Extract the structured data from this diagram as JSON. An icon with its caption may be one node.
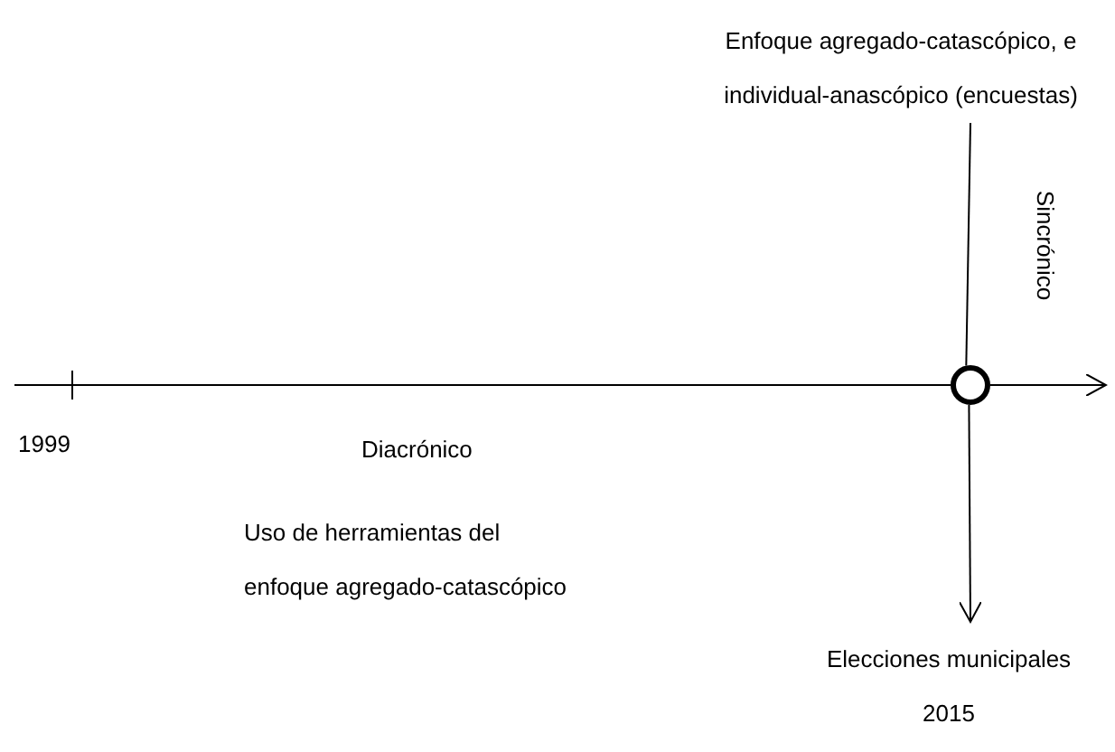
{
  "diagram": {
    "nodes": [
      {
        "text": [],
        "shape": "circle"
      },
      {
        "text": [
          "Elecciones municipales 2015"
        ]
      },
      {
        "text": [
          "Enfoque agregado-catascópico, e individual-anascópico (encuestas)"
        ]
      }
    ],
    "edges": [
      {
        "from": null,
        "to": 0,
        "arrow": "none"
      },
      {
        "from": 0,
        "to": null,
        "arrow": "to"
      },
      {
        "from": 2,
        "to": 0,
        "arrow": "none"
      },
      {
        "from": 0,
        "to": 1,
        "arrow": "to"
      }
    ],
    "labels": [
      "1999",
      "Diacrónico",
      "Uso de herramientas del enfoque agregado-catascópico",
      "Sincrónico"
    ]
  }
}
